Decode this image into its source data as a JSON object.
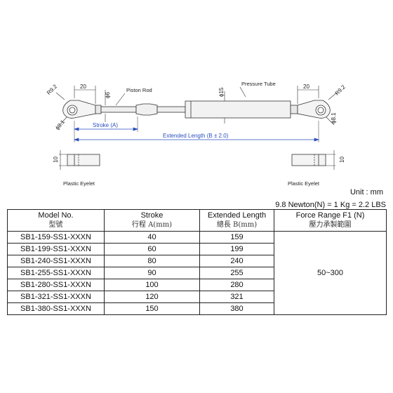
{
  "drawing": {
    "labels": {
      "piston_rod": "Piston Rod",
      "pressure_tube": "Pressure Tube",
      "stroke": "Stroke (A)",
      "extended_length": "Extended Length (B ± 2.0)",
      "plastic_eyelet_left": "Plastic Eyelet",
      "plastic_eyelet_right": "Plastic Eyelet"
    },
    "dims": {
      "left_width": "20",
      "right_width": "20",
      "left_radius": "R9.2",
      "right_radius": "R9.2",
      "rod_dia": "ϕ6",
      "tube_dia": "ϕ15",
      "left_hole": "ϕ8.1",
      "right_hole": "ϕ8.1",
      "left_thickness": "10",
      "right_thickness": "10"
    }
  },
  "unit": "Unit : mm",
  "conversion": "9.8 Newton(N) = 1 Kg = 2.2 LBS",
  "table": {
    "headers": [
      {
        "en": "Model No.",
        "zh": "型號"
      },
      {
        "en": "Stroke",
        "zh": "行程 A(mm)"
      },
      {
        "en": "Extended Length",
        "zh": "總長 B(mm)"
      },
      {
        "en": "Force Range F1 (N)",
        "zh": "壓力承製範圍"
      }
    ],
    "rows": [
      [
        "SB1-159-SS1-XXXN",
        "40",
        "159"
      ],
      [
        "SB1-199-SS1-XXXN",
        "60",
        "199"
      ],
      [
        "SB1-240-SS1-XXXN",
        "80",
        "240"
      ],
      [
        "SB1-255-SS1-XXXN",
        "90",
        "255"
      ],
      [
        "SB1-280-SS1-XXXN",
        "100",
        "280"
      ],
      [
        "SB1-321-SS1-XXXN",
        "120",
        "321"
      ],
      [
        "SB1-380-SS1-XXXN",
        "150",
        "380"
      ]
    ],
    "force_range": "50~300"
  }
}
